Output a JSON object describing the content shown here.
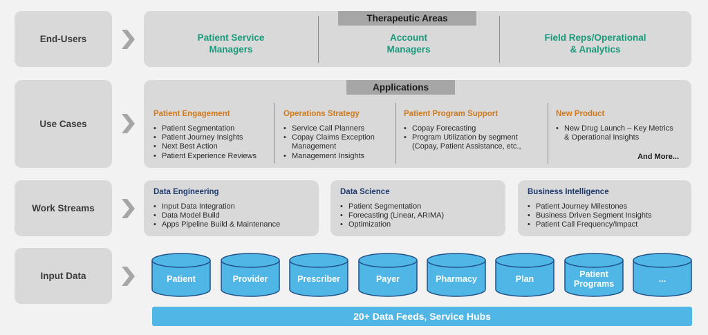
{
  "rows": {
    "end_users": "End-Users",
    "use_cases": "Use Cases",
    "work_streams": "Work Streams",
    "input_data": "Input Data"
  },
  "end_users_panel": {
    "tag": "Therapeutic Areas",
    "columns": [
      "Patient Service\nManagers",
      "Account\nManagers",
      "Field Reps/Operational\n& Analytics"
    ]
  },
  "use_cases_panel": {
    "tag": "Applications",
    "columns": [
      {
        "title": "Patient Engagement",
        "items": [
          "Patient Segmentation",
          "Patient Journey Insights",
          "Next Best Action",
          "Patient Experience Reviews"
        ]
      },
      {
        "title": "Operations Strategy",
        "items": [
          "Service Call Planners",
          "Copay Claims Exception Management",
          "Management Insights"
        ]
      },
      {
        "title": "Patient Program Support",
        "items": [
          "Copay Forecasting",
          "Program Utilization by segment (Copay, Patient Assistance, etc.,"
        ]
      },
      {
        "title": "New Product",
        "items": [
          "New Drug Launch – Key Metrics & Operational Insights"
        ]
      }
    ],
    "more": "And More..."
  },
  "work_streams_panel": [
    {
      "title": "Data Engineering",
      "items": [
        "Input Data Integration",
        "Data Model Build",
        "Apps Pipeline Build & Maintenance"
      ]
    },
    {
      "title": "Data Science",
      "items": [
        "Patient Segmentation",
        "Forecasting (Linear, ARIMA)",
        "Optimization"
      ]
    },
    {
      "title": "Business Intelligence",
      "items": [
        "Patient Journey Milestones",
        "Business Driven Segment Insights",
        "Patient Call Frequency/Impact"
      ]
    }
  ],
  "input_data_panel": {
    "sources": [
      "Patient",
      "Provider",
      "Prescriber",
      "Payer",
      "Pharmacy",
      "Plan",
      "Patient\nPrograms",
      "..."
    ],
    "feeds": "20+ Data Feeds, Service Hubs"
  },
  "colors": {
    "teal_text": "#1a9a7d",
    "orange_title": "#d07a1d",
    "navy_title": "#1d3a6e",
    "cylinder_fill": "#4fb6e6",
    "cylinder_stroke": "#1f4f86"
  },
  "icons": [
    "chevron-right-icon",
    "database-cylinder-icon"
  ]
}
